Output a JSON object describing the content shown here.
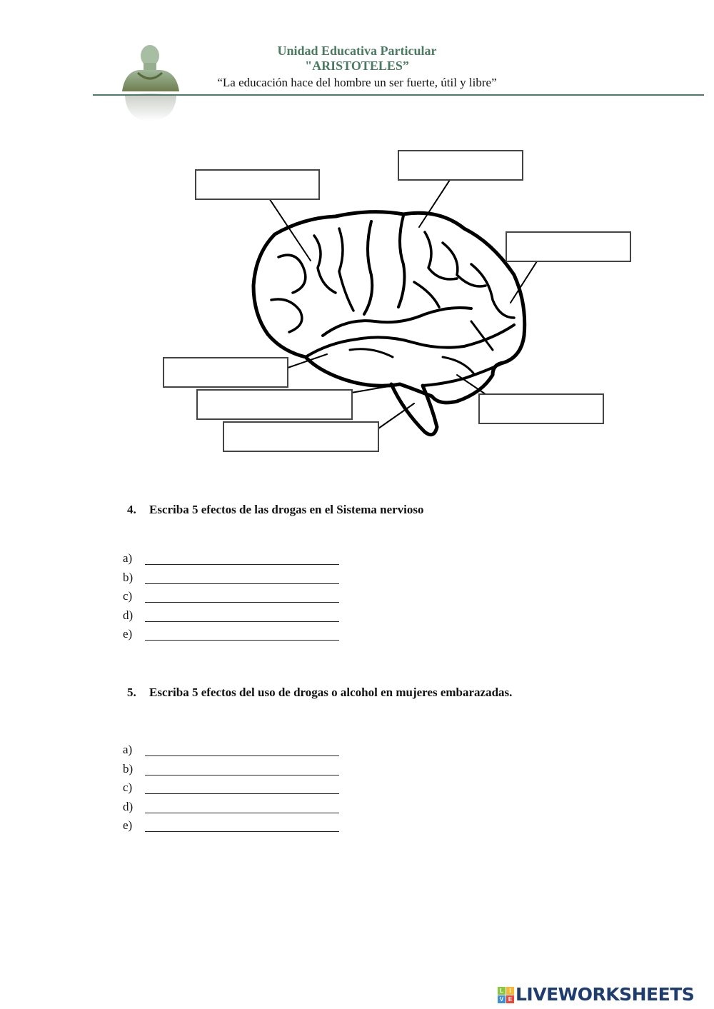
{
  "header": {
    "school_name": "Unidad Educativa Particular",
    "school_sub": "\"ARISTOTELES”",
    "motto": "“La educación hace del hombre un ser fuerte, útil y libre”",
    "logo_icon": "aristotle-bust-icon",
    "accent_color": "#4a7a62"
  },
  "diagram": {
    "subject": "brain-lateral-view",
    "label_boxes": [
      {
        "id": "top-left",
        "value": ""
      },
      {
        "id": "top-center",
        "value": ""
      },
      {
        "id": "right-upper",
        "value": ""
      },
      {
        "id": "left-middle",
        "value": ""
      },
      {
        "id": "left-lower-1",
        "value": ""
      },
      {
        "id": "left-lower-2",
        "value": ""
      },
      {
        "id": "right-lower",
        "value": ""
      }
    ]
  },
  "questions": [
    {
      "number": "4.",
      "text": "Escriba 5 efectos de las drogas en el Sistema nervioso",
      "answers": [
        {
          "letter": "a)",
          "value": ""
        },
        {
          "letter": "b)",
          "value": ""
        },
        {
          "letter": "c)",
          "value": ""
        },
        {
          "letter": "d)",
          "value": ""
        },
        {
          "letter": "e)",
          "value": ""
        }
      ]
    },
    {
      "number": "5.",
      "text": "Escriba 5 efectos del uso de drogas o alcohol en mujeres embarazadas.",
      "answers": [
        {
          "letter": "a)",
          "value": ""
        },
        {
          "letter": "b)",
          "value": ""
        },
        {
          "letter": "c)",
          "value": ""
        },
        {
          "letter": "d)",
          "value": ""
        },
        {
          "letter": "e)",
          "value": ""
        }
      ]
    }
  ],
  "footer": {
    "brand": "LIVEWORKSHEETS",
    "logo_letters": [
      "L",
      "I",
      "V",
      "E"
    ],
    "logo_colors": [
      "#8cc63f",
      "#f7b733",
      "#3f8fd2",
      "#e8453c"
    ],
    "brand_color": "#1f3c6e"
  }
}
